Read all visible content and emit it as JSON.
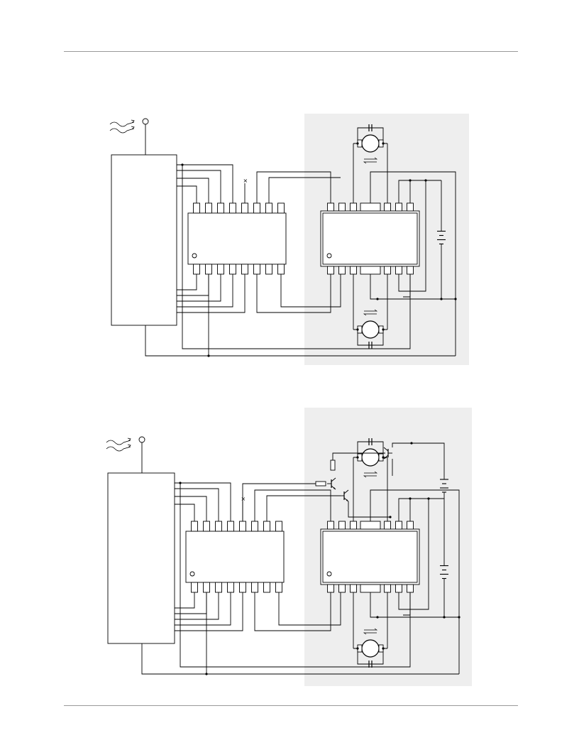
{
  "page": {
    "header_rule": true,
    "footer_rule": true
  },
  "colors": {
    "wire": "#000000",
    "shaded_region": "#eeeeee",
    "rule": "#9a9a9a"
  },
  "icons": {
    "antenna": "antenna-icon",
    "motor": "dc-motor-icon",
    "battery": "battery-icon",
    "capacitor": "capacitor-icon",
    "transistor": "transistor-icon",
    "resistor": "resistor-icon",
    "direction_arrows": "bidirectional-arrow-icon",
    "no_connect": "no-connect-icon"
  },
  "figures": [
    {
      "id": "figure-1",
      "variant": "basic",
      "components": [
        "antenna",
        "receiver-module",
        "decoder-ic",
        "motor-driver-ic",
        "motor-top",
        "motor-bottom",
        "battery"
      ]
    },
    {
      "id": "figure-2",
      "variant": "with-transistor-switch",
      "components": [
        "antenna",
        "receiver-module",
        "decoder-ic",
        "motor-driver-ic",
        "motor-top",
        "motor-bottom",
        "battery-upper",
        "battery-lower",
        "transistors",
        "resistors"
      ]
    }
  ]
}
